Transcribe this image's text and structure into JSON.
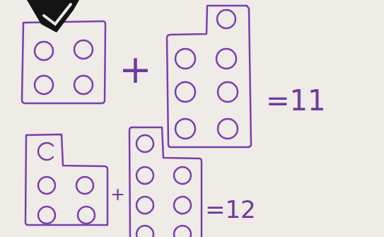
{
  "diagram": {
    "labels": [
      "+",
      "=11",
      "+",
      "=12"
    ]
  }
}
